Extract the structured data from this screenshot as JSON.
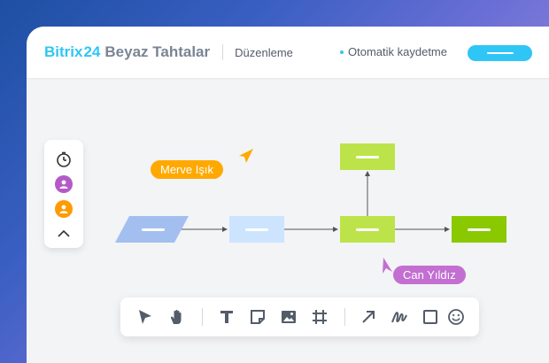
{
  "header": {
    "brand_part1": "Bitrix",
    "brand_part2": "24",
    "brand_part3": "Beyaz Tahtalar",
    "mode_label": "Düzenleme",
    "autosave_label": "Otomatik kaydetme",
    "accent_color": "#2fc6f6"
  },
  "side_panel": {
    "items": [
      "timer-icon",
      "user-avatar-purple",
      "user-avatar-orange",
      "chevron-up-icon"
    ]
  },
  "cursors": [
    {
      "name": "Merve Işık",
      "color": "#ffa900"
    },
    {
      "name": "Can Yıldız",
      "color": "#c26fd1"
    }
  ],
  "flow": {
    "node_colors": {
      "start": "#a3bff0",
      "step": "#cde4ff",
      "decision": "#bce44a",
      "end": "#8ac800"
    }
  },
  "toolbar": {
    "tools": [
      "select-arrow-icon",
      "hand-icon",
      "text-icon",
      "sticky-note-icon",
      "image-icon",
      "frame-icon",
      "arrow-icon",
      "pen-icon",
      "shape-icon",
      "emoji-icon"
    ]
  }
}
